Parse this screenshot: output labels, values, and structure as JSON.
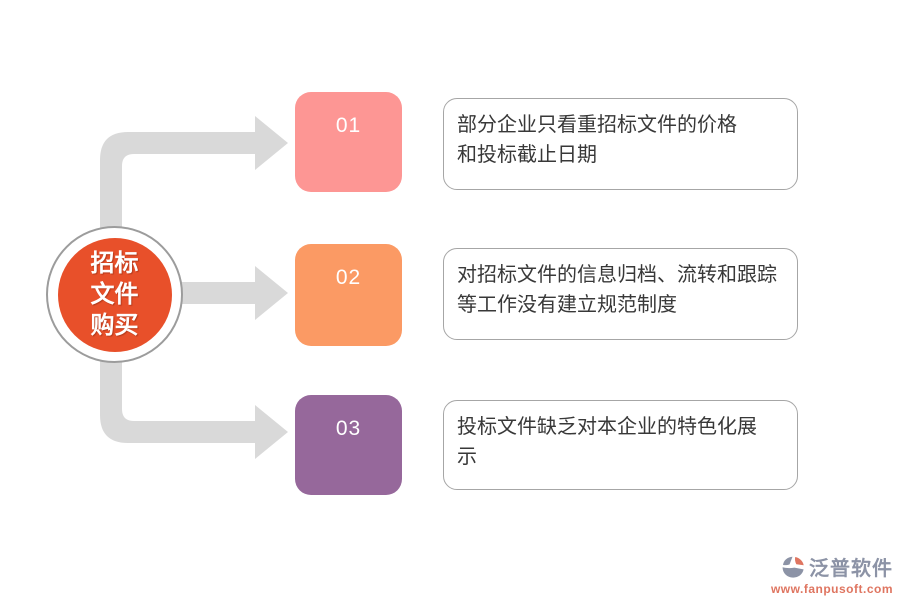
{
  "diagram": {
    "title_circle": {
      "label": "招标\n文件\n购买"
    },
    "items": [
      {
        "number": "01",
        "color": "#FD9694",
        "text": "部分企业只看重招标文件的价格\n和投标截止日期"
      },
      {
        "number": "02",
        "color": "#FB9A64",
        "text": "对招标文件的信息归档、流转和跟踪\n等工作没有建立规范制度"
      },
      {
        "number": "03",
        "color": "#96689B",
        "text": "投标文件缺乏对本企业的特色化展\n示"
      }
    ],
    "palette": {
      "circle_fill": "#E8502A",
      "arrow": "#D9D9D9",
      "box_border": "#A6A6A6",
      "brand_text": "#8C93A6",
      "brand_url": "#DF7560"
    }
  },
  "watermark": {
    "brand": "泛普软件",
    "url": "www.fanpusoft.com"
  }
}
